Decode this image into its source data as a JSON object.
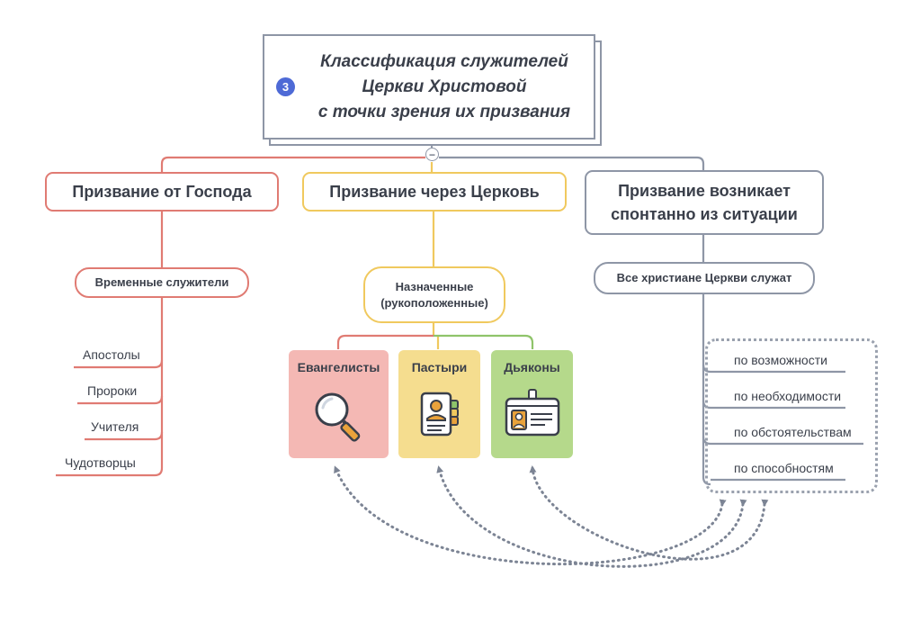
{
  "root": {
    "badge": "3",
    "title_lines": [
      "Классификация служителей",
      "Церкви Христовой",
      "с точки зрения их призвания"
    ],
    "collapse_symbol": "−"
  },
  "branches": [
    {
      "label": "Призвание от Господа",
      "color": "#e07b73"
    },
    {
      "label": "Призвание через Церковь",
      "color": "#f0c95e"
    },
    {
      "label": "Призвание возникает спонтанно из ситуации",
      "color": "#8e96a6"
    }
  ],
  "temporary": {
    "label": "Временные служители",
    "items": [
      "Апостолы",
      "Пророки",
      "Учителя",
      "Чудотворцы"
    ]
  },
  "appointed": {
    "label": "Назначенные (рукоположенные)",
    "cards": [
      {
        "label": "Евангелисты",
        "icon": "magnifier-icon",
        "color": "#f4b8b4",
        "line_color": "#e07b73"
      },
      {
        "label": "Пастыри",
        "icon": "id-card-icon",
        "color": "#f5dd8f",
        "line_color": "#f0c95e"
      },
      {
        "label": "Дьяконы",
        "icon": "badge-icon",
        "color": "#b5d98b",
        "line_color": "#8fc46a"
      }
    ]
  },
  "all_christians": {
    "label": "Все христиане Церкви служат",
    "items": [
      "по возможности",
      "по необходимости",
      "по обстоятельствам",
      "по способностям"
    ]
  }
}
